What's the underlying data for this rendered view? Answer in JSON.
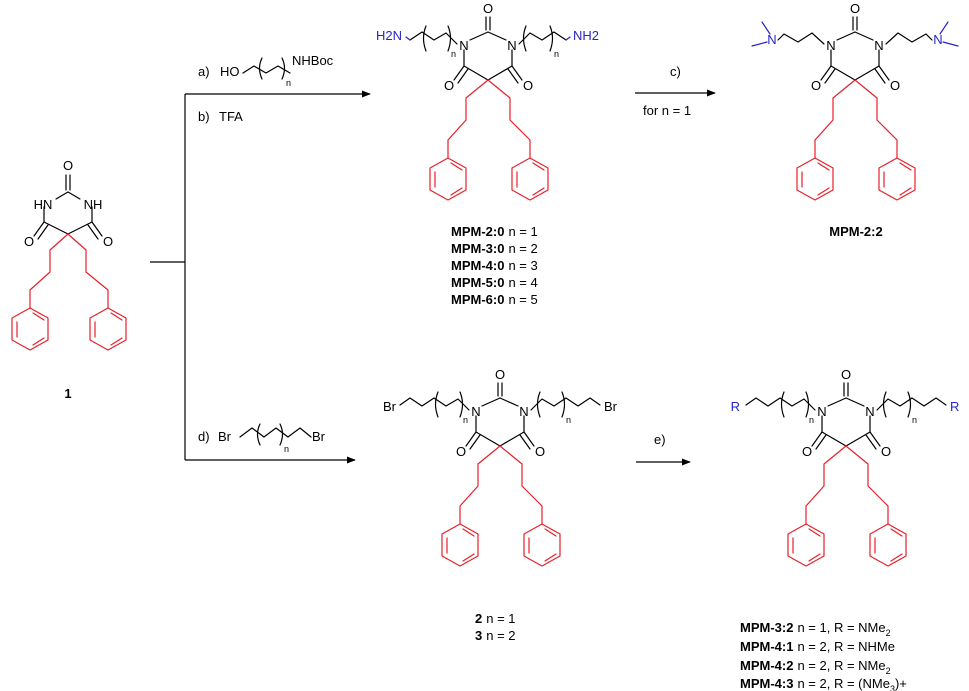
{
  "colors": {
    "bond": "#000000",
    "side_chain": "#e8202a",
    "amine": "#2626c8"
  },
  "atoms": {
    "o": "O",
    "n": "N",
    "nh": "NH",
    "hn": "HN",
    "br": "Br",
    "r": "R",
    "h2n": "H2N",
    "nh2": "NH2",
    "n_index": "n"
  },
  "compound1": {
    "label": "1"
  },
  "reagents": {
    "a": {
      "tag": "a)",
      "reagent": "HO",
      "group": "NHBoc"
    },
    "b": {
      "tag": "b)",
      "reagent": "TFA"
    },
    "c": {
      "tag": "c)",
      "condition": "for n = 1"
    },
    "d": {
      "tag": "d)",
      "left": "Br",
      "right": "Br"
    },
    "e": {
      "tag": "e)"
    }
  },
  "mpm_series": [
    {
      "name": "MPM-2:0",
      "detail": "n = 1"
    },
    {
      "name": "MPM-3:0",
      "detail": "n = 2"
    },
    {
      "name": "MPM-4:0",
      "detail": "n = 3"
    },
    {
      "name": "MPM-5:0",
      "detail": "n = 4"
    },
    {
      "name": "MPM-6:0",
      "detail": "n = 5"
    }
  ],
  "mpm22": {
    "name": "MPM-2:2"
  },
  "bromides": [
    {
      "name": "2",
      "detail": "n = 1"
    },
    {
      "name": "3",
      "detail": "n = 2"
    }
  ],
  "final_series": [
    {
      "name": "MPM-3:2",
      "detail": "n = 1, R = NMe",
      "sub": "2",
      "tail": ""
    },
    {
      "name": "MPM-4:1",
      "detail": "n = 2, R = NHMe",
      "sub": "",
      "tail": ""
    },
    {
      "name": "MPM-4:2",
      "detail": "n = 2, R = NMe",
      "sub": "2",
      "tail": ""
    },
    {
      "name": "MPM-4:3",
      "detail": "n = 2, R = (NMe",
      "sub": "3",
      "tail": ")+"
    }
  ]
}
